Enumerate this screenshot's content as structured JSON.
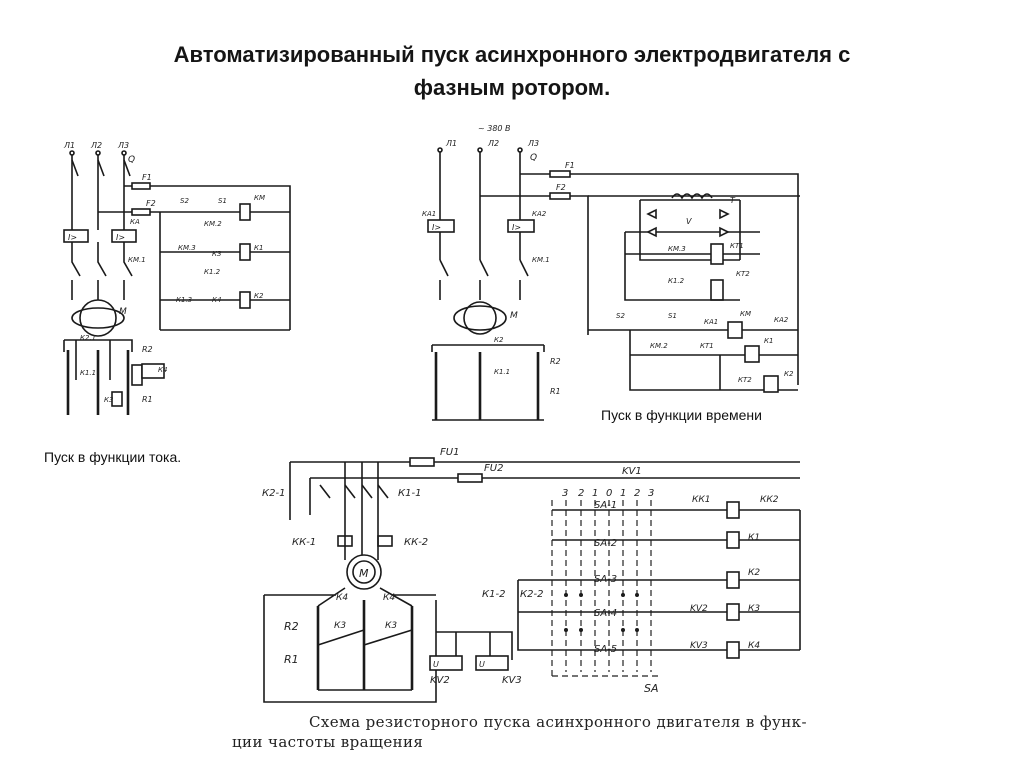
{
  "title": {
    "line1": "Автоматизированный  пуск асинхронного электродвигателя с",
    "line2": "фазным ротором."
  },
  "captions": {
    "current": "Пуск в функции тока.",
    "time": "Пуск в функции времени",
    "speed_line1": "Схема  резисторного  пуска  асинхронного  двигателя  в  функ-",
    "speed_line2": "ции частоты вращения"
  },
  "diagram_current": {
    "phases": [
      "Л1",
      "Л2",
      "Л3"
    ],
    "switch": "Q",
    "fuses": [
      "F1",
      "F2"
    ],
    "relays": [
      "КА",
      "КМ.1"
    ],
    "contacts": [
      "S2",
      "S1",
      "КМ",
      "КМ.3",
      "КМ.2",
      "К3",
      "К1",
      "К1.2",
      "К1.3",
      "К4",
      "К2"
    ],
    "motor": "М",
    "rotor": [
      "R2",
      "R1",
      "К2.1",
      "К1.1",
      "К3",
      "К4"
    ]
  },
  "diagram_time": {
    "voltage": "~ 380 В",
    "phases": [
      "Л1",
      "Л2",
      "Л3"
    ],
    "switch": "Q",
    "fuses": [
      "F1",
      "F2"
    ],
    "relays": [
      "КА1",
      "КА2",
      "КМ.1"
    ],
    "transformer": "T",
    "bridge": "V",
    "contacts": [
      "КМ.3",
      "КТ1",
      "К1.2",
      "КТ2",
      "S2",
      "S1",
      "КА1",
      "КМ",
      "КА2",
      "КМ.2",
      "КТ1",
      "К1",
      "КТ2",
      "К2"
    ],
    "motor": "М",
    "rotor": [
      "К2",
      "К1.1",
      "R2",
      "R1"
    ]
  },
  "diagram_speed": {
    "fuses": [
      "FU1",
      "FU2"
    ],
    "relays": [
      "К2-1",
      "К1-1",
      "КК-1",
      "КК-2",
      "KV1",
      "КК1",
      "КК2"
    ],
    "motor": "М",
    "rotor": [
      "К4",
      "К4",
      "К3",
      "К3",
      "R2",
      "R1"
    ],
    "tacho_relays": [
      "KV2",
      "KV3"
    ],
    "selector_positions": [
      "3",
      "2",
      "1",
      "0",
      "1",
      "2",
      "3"
    ],
    "selector_sections": [
      "SA-1",
      "SA-2",
      "SA-3",
      "SA-4",
      "SA-5"
    ],
    "selector": "SA",
    "contacts": [
      "К1-2",
      "К2-2"
    ],
    "coils": [
      "К1",
      "К2",
      "К3",
      "К4"
    ],
    "coil_contacts": [
      "KV2",
      "KV3"
    ]
  }
}
